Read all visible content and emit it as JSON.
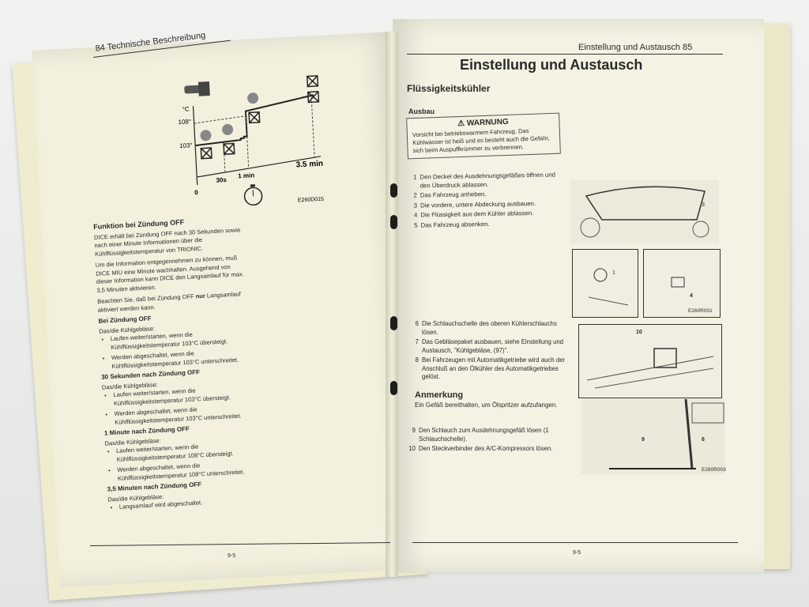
{
  "left_page": {
    "header": "84  Technische Beschreibung",
    "diagram": {
      "unit": "°C",
      "temp_high": "108°",
      "temp_low": "103°",
      "origin": "0",
      "t_30s": "30s",
      "t_1min": "1 min",
      "t_35min": "3.5 min",
      "figure_id": "E260D015",
      "icons": [
        "temperature-sensor-icon",
        "fan-running-icon",
        "fan-off-icon",
        "stopwatch-icon"
      ]
    },
    "section_title": "Funktion bei Zündung OFF",
    "paragraphs": [
      "DICE erhält bei Zündung OFF nach 30 Sekunden sowie nach einer Minute Informationen über die Kühlflüssigkeitstemperatur von TRIONIC.",
      "Um die Information entgegennehmen zu können, muß DICE MIU eine Minute wachhalten. Ausgehend von dieser Information kann DICE den Langsamlauf für max. 3,5 Minuten aktivieren."
    ],
    "note_pre": "Beachten Sie, daß bei Zündung OFF ",
    "note_bold": "nur",
    "note_post": " Langsamlauf aktiviert werden kann.",
    "blocks": [
      {
        "title": "Bei Zündung OFF",
        "intro": "Das/die Kühlgebläse:",
        "items": [
          "Laufen weiter/starten, wenn die Kühlflüssigkeitstemperatur 103°C übersteigt.",
          "Werden abgeschaltet, wenn die Kühlflüssigkeitstemperatur 103°C unterschreitet."
        ]
      },
      {
        "title": "30 Sekunden nach Zündung OFF",
        "intro": "Das/die Kühlgebläse:",
        "items": [
          "Laufen weiter/starten, wenn die Kühlflüssigkeitstemperatur 103°C übersteigt.",
          "Werden abgeschaltet, wenn die Kühlflüssigkeitstemperatur 103°C unterschreitet."
        ]
      },
      {
        "title": "1 Minute nach Zündung OFF",
        "intro": "Das/die Kühlgebläse:",
        "items": [
          "Laufen weiter/starten, wenn die Kühlflüssigkeitstemperatur 108°C übersteigt.",
          "Werden abgeschaltet, wenn die Kühlflüssigkeitstemperatur 108°C unterschreitet."
        ]
      },
      {
        "title": "3,5 Minuten nach Zündung OFF",
        "intro": "Das/die Kühlgebläse:",
        "items": [
          "Langsamlauf wird abgeschaltet."
        ]
      }
    ],
    "footer": "9-5"
  },
  "right_page": {
    "header": "Einstellung und Austausch  85",
    "title": "Einstellung und Austausch",
    "subtitle": "Flüssigkeitskühler",
    "section": "Ausbau",
    "warning": {
      "icon": "warning-triangle-icon",
      "title": "WARNUNG",
      "text": "Vorsicht bei betriebswarmem Fahrzeug. Das Kühlwasser ist heiß und es besteht auch die Gefahr, sich beim Auspuffkrümmer zu verbrennen."
    },
    "steps_a": [
      {
        "n": "1",
        "text": "Den Deckel des Ausdehnungsgefäßes öffnen und den Überdruck ablassen."
      },
      {
        "n": "2",
        "text": "Das Fahrzeug anheben."
      },
      {
        "n": "3",
        "text": "Die vordere, untere Abdeckung ausbauen."
      },
      {
        "n": "4",
        "text": "Die Flüssigkeit aus dem Kühler ablassen."
      },
      {
        "n": "5",
        "text": "Das Fahrzeug absenken."
      }
    ],
    "steps_b": [
      {
        "n": "6",
        "text": "Die Schlauchschelle des oberen Kühlerschlauchs lösen."
      },
      {
        "n": "7",
        "text": "Das Gebläsepaket ausbauen, siehe Einstellung und Austausch, \"Kühlgebläse, (97)\"."
      },
      {
        "n": "8",
        "text": "Bei Fahrzeugen mit Automatikgetriebe wird auch der Anschluß an den Ölkühler des Automatikgetriebes gelöst."
      }
    ],
    "remark_title": "Anmerkung",
    "remark_text": "Ein Gefäß bereithalten, um Ölspritzer aufzufangen.",
    "steps_c": [
      {
        "n": "9",
        "text": "Den Schlauch zum Ausdehnungsgefäß lösen (1 Schlauchschelle)."
      },
      {
        "n": "10",
        "text": "Den Steckverbinder des A/C-Kompressors lösen."
      }
    ],
    "figure1": {
      "id": "E260R001",
      "callouts": [
        "3",
        "1",
        "4"
      ]
    },
    "figure2": {
      "id": "E260R003",
      "callouts": [
        "10",
        "9",
        "6"
      ]
    },
    "footer": "9-5"
  }
}
